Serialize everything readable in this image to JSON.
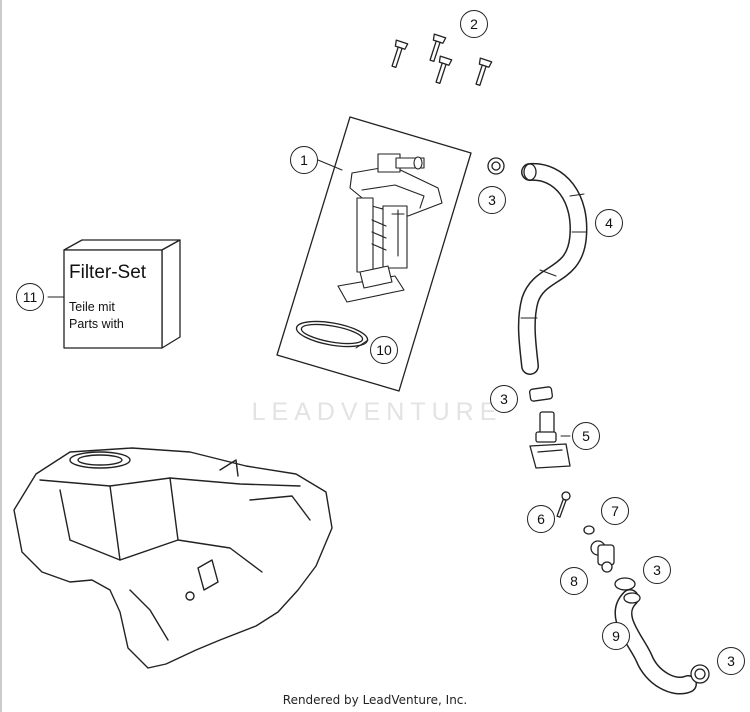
{
  "footer": "Rendered by LeadVenture, Inc.",
  "watermark": "LEADVENTURE",
  "filter_box": {
    "title": "Filter-Set",
    "line1": "Teile mit",
    "line2": "Parts with"
  },
  "callouts": {
    "c1": "1",
    "c2": "2",
    "c3a": "3",
    "c3b": "3",
    "c3c": "3",
    "c3d": "3",
    "c4": "4",
    "c5": "5",
    "c6": "6",
    "c7": "7",
    "c8": "8",
    "c9": "9",
    "c10": "10",
    "c11": "11"
  }
}
